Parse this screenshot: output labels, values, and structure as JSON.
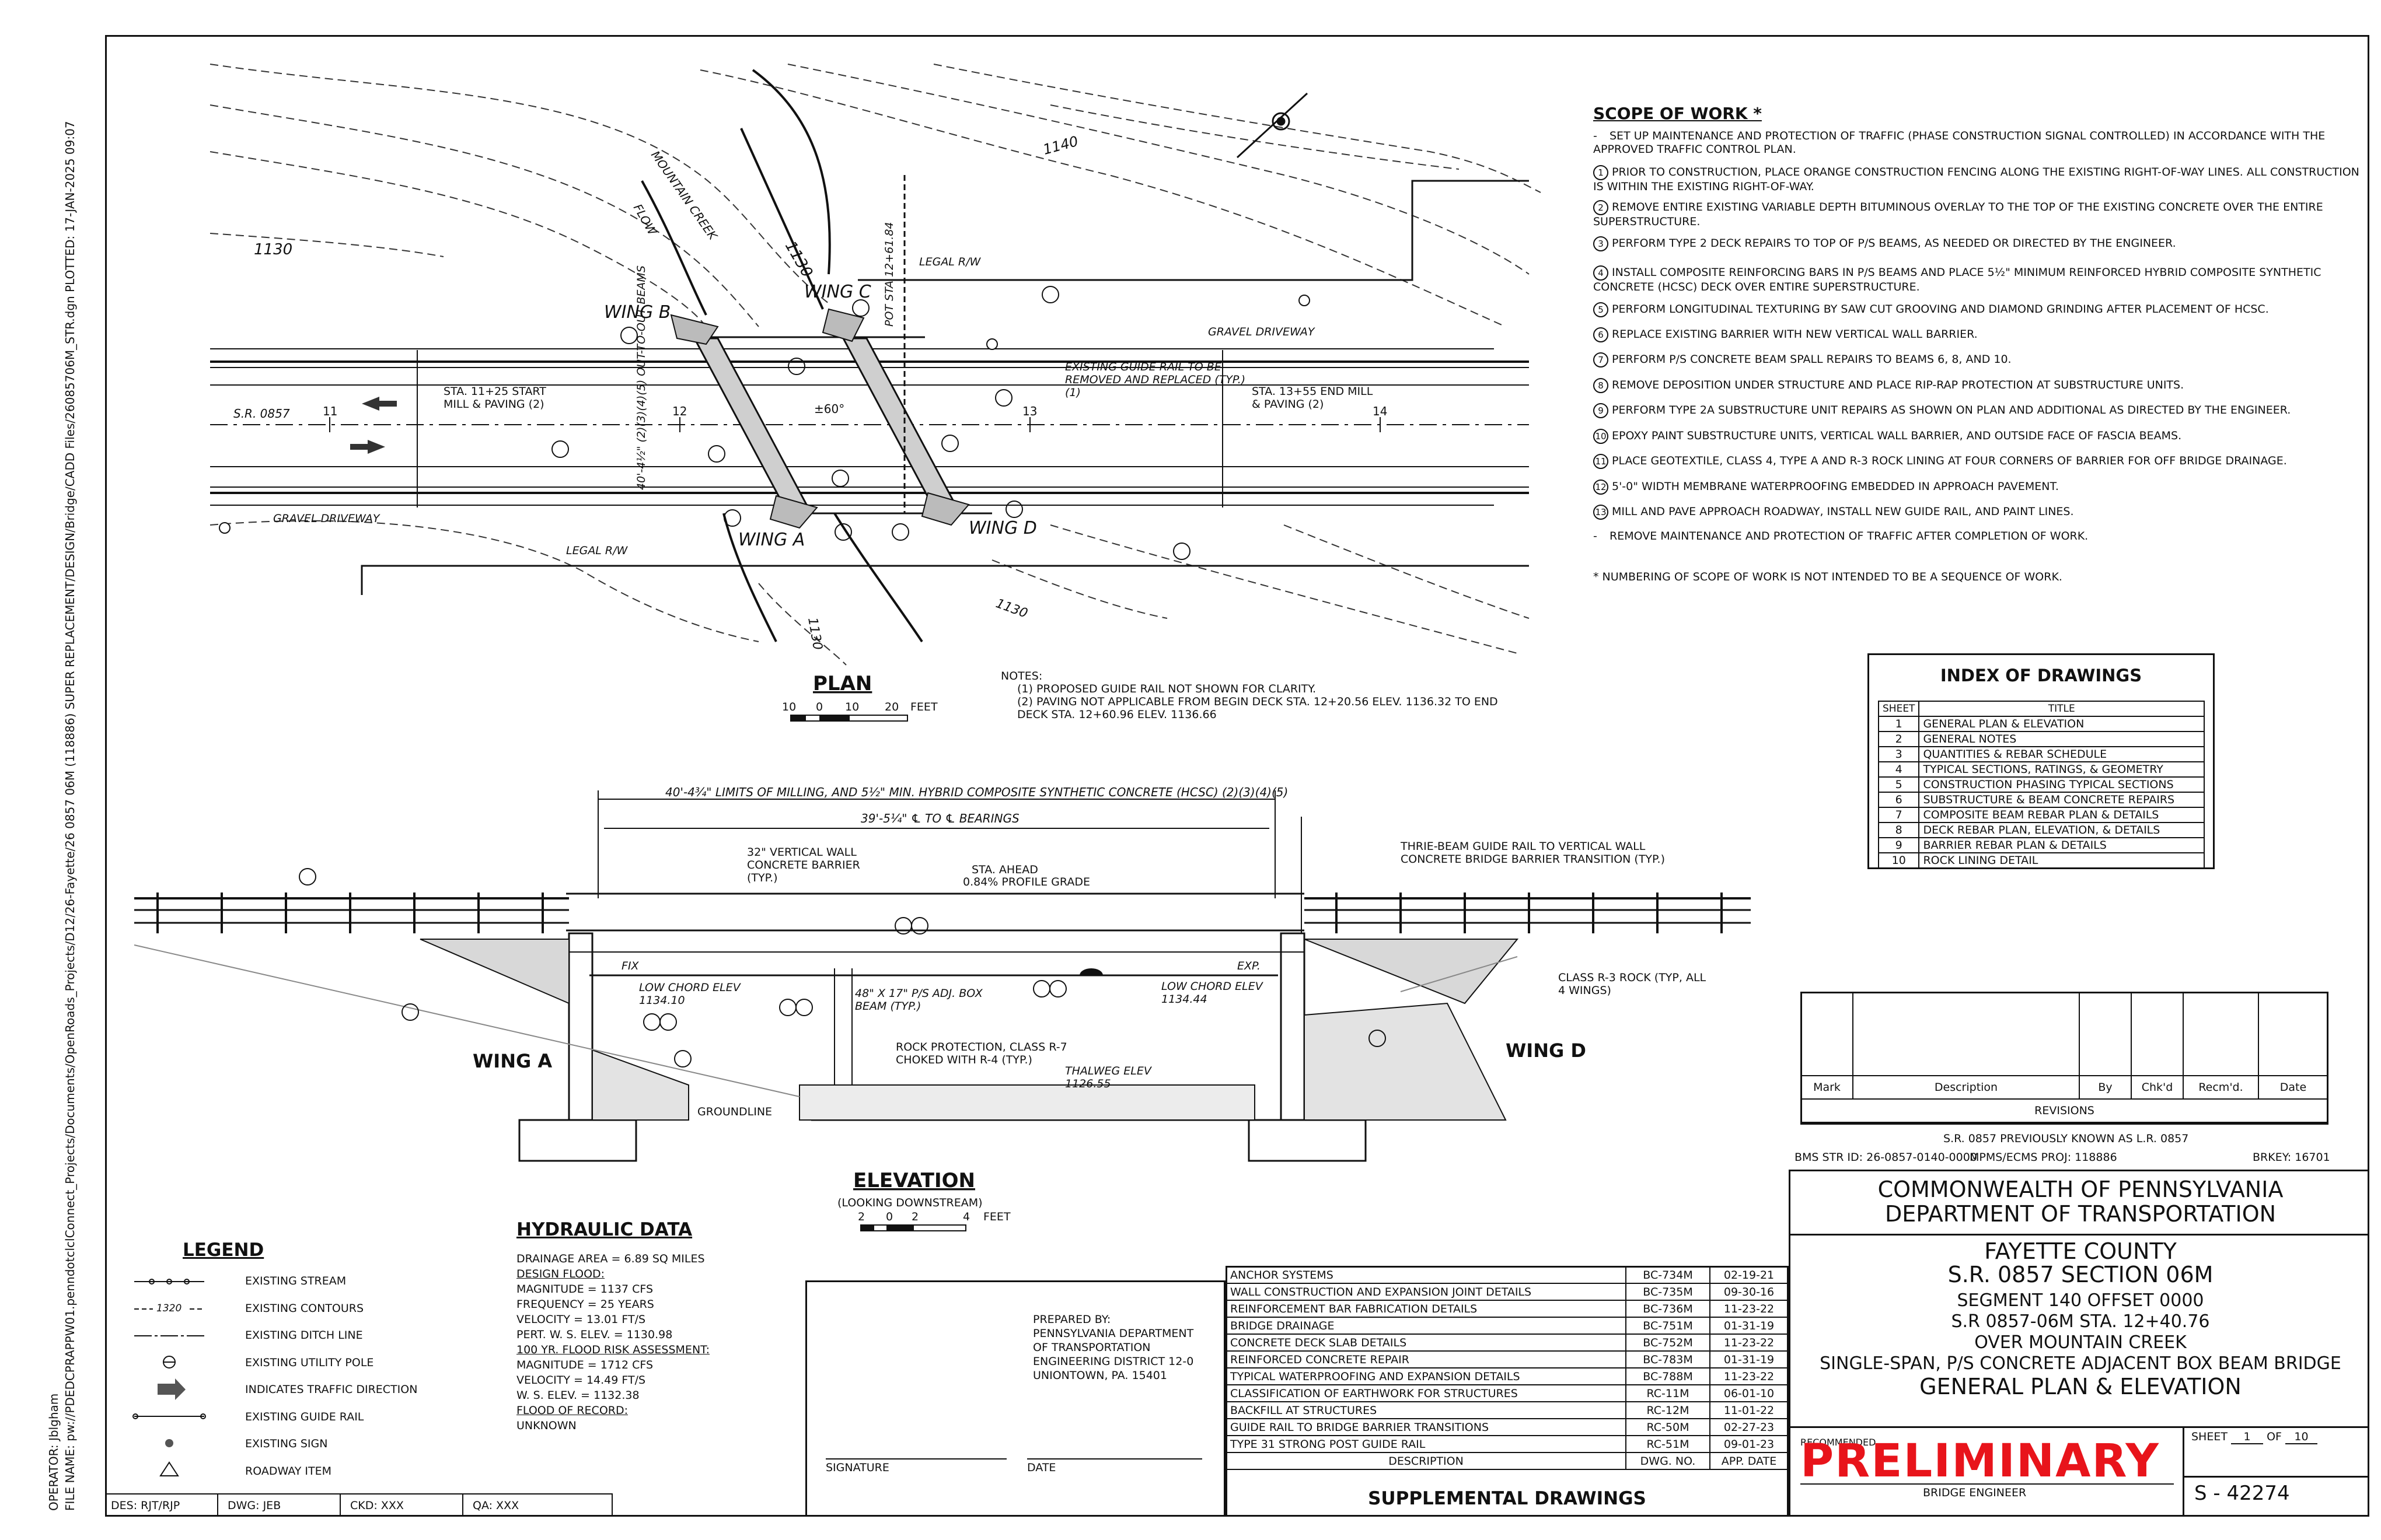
{
  "side_text": {
    "file_name": "FILE NAME: pw://PDEDCPRAPPW01.penndotclclConnect_Projects/Documents/OpenRoads_Projects/D12/26-Fayette/26 0857 06M (118886) SUPER REPLACEMENT/DESIGN/Bridge/CADD Files/26085706M_STR.dgn  PLOTTED: 17-JAN-2025 09:07",
    "operator": "OPERATOR: Jblgham"
  },
  "plan": {
    "title": "PLAN",
    "scale_ticks": [
      "10",
      "0",
      "10",
      "20"
    ],
    "scale_unit": "FEET",
    "notes_title": "NOTES:",
    "notes": [
      "(1) PROPOSED GUIDE RAIL NOT SHOWN FOR CLARITY.",
      "(2) PAVING NOT APPLICABLE FROM BEGIN DECK STA. 12+20.56 ELEV. 1136.32 TO END DECK STA. 12+60.96 ELEV. 1136.66"
    ],
    "labels": {
      "contour_1130_left": "1130",
      "contour_1130_mid": "1130",
      "contour_1140": "1140",
      "contour_1130_bottom": "1130",
      "contour_1130_right": "1130",
      "mountain_creek": "MOUNTAIN CREEK",
      "flow": "FLOW",
      "wing_a": "WING A",
      "wing_b": "WING B",
      "wing_c": "WING C",
      "wing_d": "WING D",
      "legal_rw_top": "LEGAL R/W",
      "legal_rw_bottom": "LEGAL R/W",
      "pot": "POT STA 12+61.84",
      "gravel_driveway_right": "GRAVEL DRIVEWAY",
      "gravel_driveway_left": "GRAVEL DRIVEWAY",
      "existing_guide_rail": "EXISTING GUIDE RAIL TO BE REMOVED AND REPLACED (TYP.) (1)",
      "sr": "S.R. 0857",
      "sta_11": "11",
      "sta_12": "12",
      "sta_13": "13",
      "sta_14": "14",
      "start_mill": "STA. 11+25 START MILL & PAVING (2)",
      "end_mill": "STA. 13+55 END MILL & PAVING (2)",
      "out_to_out": "40'-4½\" (2)(3)(4)(5) OUT-TO-OUT BEAMS",
      "skew": "±60°"
    }
  },
  "elevation": {
    "title": "ELEVATION",
    "subtitle": "(LOOKING DOWNSTREAM)",
    "scale_ticks": [
      "2",
      "0",
      "2",
      "4"
    ],
    "scale_unit": "FEET",
    "dim_top": "40'-4¾\" LIMITS OF MILLING, AND 5½\" MIN. HYBRID COMPOSITE SYNTHETIC CONCRETE (HCSC) (2)(3)(4)(5)",
    "dim_bearings": "39'-5¼\" ℄ TO ℄ BEARINGS",
    "barrier": "32\" VERTICAL WALL CONCRETE BARRIER (TYP.)",
    "sta_ahead": "STA. AHEAD",
    "grade": "0.84% PROFILE GRADE",
    "thrie": "THRIE-BEAM GUIDE RAIL TO VERTICAL WALL CONCRETE BRIDGE BARRIER TRANSITION (TYP.)",
    "fix": "FIX",
    "exp": "EXP.",
    "low_chord_left": "LOW CHORD ELEV 1134.10",
    "low_chord_right": "LOW CHORD ELEV 1134.44",
    "box_beam": "48\" X 17\" P/S ADJ. BOX BEAM (TYP.)",
    "rock_protection": "ROCK PROTECTION, CLASS R-7 CHOKED WITH R-4 (TYP.)",
    "thalweg": "THALWEG ELEV 1126.55",
    "groundline": "GROUNDLINE",
    "class_r3": "CLASS R-3 ROCK (TYP, ALL 4 WINGS)",
    "wing_a": "WING A",
    "wing_d": "WING D"
  },
  "scope": {
    "title": "SCOPE OF WORK *",
    "items": [
      {
        "n": "-",
        "text": "SET UP MAINTENANCE AND PROTECTION OF TRAFFIC (PHASE CONSTRUCTION SIGNAL CONTROLLED) IN ACCORDANCE WITH THE APPROVED TRAFFIC CONTROL PLAN."
      },
      {
        "n": "1",
        "text": "PRIOR TO CONSTRUCTION, PLACE ORANGE CONSTRUCTION FENCING ALONG THE EXISTING RIGHT-OF-WAY LINES. ALL CONSTRUCTION IS WITHIN THE EXISTING RIGHT-OF-WAY."
      },
      {
        "n": "2",
        "text": "REMOVE ENTIRE EXISTING VARIABLE DEPTH BITUMINOUS OVERLAY TO THE TOP OF THE EXISTING CONCRETE OVER THE ENTIRE SUPERSTRUCTURE."
      },
      {
        "n": "3",
        "text": "PERFORM TYPE 2 DECK REPAIRS TO TOP OF P/S BEAMS, AS NEEDED OR DIRECTED BY THE ENGINEER."
      },
      {
        "n": "4",
        "text": "INSTALL COMPOSITE REINFORCING BARS IN P/S BEAMS AND PLACE 5½\" MINIMUM REINFORCED HYBRID COMPOSITE SYNTHETIC CONCRETE (HCSC) DECK OVER ENTIRE SUPERSTRUCTURE."
      },
      {
        "n": "5",
        "text": "PERFORM LONGITUDINAL TEXTURING BY SAW CUT GROOVING AND DIAMOND GRINDING AFTER PLACEMENT OF HCSC."
      },
      {
        "n": "6",
        "text": "REPLACE EXISTING BARRIER WITH NEW VERTICAL WALL BARRIER."
      },
      {
        "n": "7",
        "text": "PERFORM P/S CONCRETE BEAM SPALL REPAIRS TO BEAMS 6, 8, AND 10."
      },
      {
        "n": "8",
        "text": "REMOVE DEPOSITION UNDER STRUCTURE AND PLACE RIP-RAP PROTECTION AT SUBSTRUCTURE UNITS."
      },
      {
        "n": "9",
        "text": "PERFORM TYPE 2A SUBSTRUCTURE UNIT REPAIRS AS SHOWN ON PLAN AND ADDITIONAL AS DIRECTED BY THE ENGINEER."
      },
      {
        "n": "10",
        "text": "EPOXY PAINT SUBSTRUCTURE UNITS, VERTICAL WALL BARRIER, AND OUTSIDE FACE OF FASCIA BEAMS."
      },
      {
        "n": "11",
        "text": "PLACE GEOTEXTILE, CLASS 4, TYPE A AND R-3 ROCK LINING AT FOUR CORNERS OF BARRIER FOR OFF BRIDGE DRAINAGE."
      },
      {
        "n": "12",
        "text": "5'-0\" WIDTH MEMBRANE WATERPROOFING EMBEDDED IN APPROACH PAVEMENT."
      },
      {
        "n": "13",
        "text": "MILL AND PAVE APPROACH ROADWAY, INSTALL NEW GUIDE RAIL, AND PAINT LINES."
      },
      {
        "n": "-",
        "text": "REMOVE MAINTENANCE AND PROTECTION OF TRAFFIC AFTER COMPLETION OF WORK."
      }
    ],
    "footnote": "* NUMBERING OF SCOPE OF WORK IS NOT INTENDED TO BE A SEQUENCE OF WORK."
  },
  "index": {
    "title": "INDEX OF DRAWINGS",
    "col_sheet": "SHEET",
    "col_title": "TITLE",
    "rows": [
      {
        "sheet": "1",
        "title": "GENERAL PLAN & ELEVATION"
      },
      {
        "sheet": "2",
        "title": "GENERAL NOTES"
      },
      {
        "sheet": "3",
        "title": "QUANTITIES & REBAR SCHEDULE"
      },
      {
        "sheet": "4",
        "title": "TYPICAL SECTIONS, RATINGS, & GEOMETRY"
      },
      {
        "sheet": "5",
        "title": "CONSTRUCTION PHASING TYPICAL SECTIONS"
      },
      {
        "sheet": "6",
        "title": "SUBSTRUCTURE & BEAM CONCRETE REPAIRS"
      },
      {
        "sheet": "7",
        "title": "COMPOSITE BEAM REBAR PLAN & DETAILS"
      },
      {
        "sheet": "8",
        "title": "DECK REBAR PLAN, ELEVATION, & DETAILS"
      },
      {
        "sheet": "9",
        "title": "BARRIER REBAR PLAN & DETAILS"
      },
      {
        "sheet": "10",
        "title": "ROCK LINING DETAIL"
      }
    ]
  },
  "revisions": {
    "headers": [
      "Mark",
      "Description",
      "By",
      "Chk'd",
      "Recm'd.",
      "Date"
    ],
    "title": "REVISIONS"
  },
  "title_block": {
    "prev_known": "S.R. 0857 PREVIOUSLY KNOWN AS L.R. 0857",
    "bms": "BMS STR ID: 26-0857-0140-0000",
    "mpms": "MPMS/ECMS PROJ: 118886",
    "brkey": "BRKEY: 16701",
    "agency_1": "COMMONWEALTH OF PENNSYLVANIA",
    "agency_2": "DEPARTMENT OF TRANSPORTATION",
    "county": "FAYETTE COUNTY",
    "section": "S.R. 0857 SECTION 06M",
    "segment": "SEGMENT 140 OFFSET 0000",
    "station": "S.R 0857-06M  STA. 12+40.76",
    "over": "OVER MOUNTAIN CREEK",
    "bridge_type": "SINGLE-SPAN, P/S CONCRETE ADJACENT BOX BEAM BRIDGE",
    "sheet_title": "GENERAL PLAN & ELEVATION",
    "recommended": "RECOMMENDED",
    "preliminary": "PRELIMINARY",
    "bridge_engineer": "BRIDGE ENGINEER",
    "sheet_label": "SHEET",
    "sheet_num": "1",
    "of_label": "OF",
    "sheet_total": "10",
    "drawing_no": "S - 42274",
    "preliminary_color": "#e8141b"
  },
  "prepared": {
    "by": "PREPARED BY:",
    "line1": "PENNSYLVANIA DEPARTMENT",
    "line2": "OF TRANSPORTATION",
    "line3": "ENGINEERING DISTRICT 12-0",
    "line4": "UNIONTOWN, PA. 15401",
    "signature": "SIGNATURE",
    "date": "DATE"
  },
  "supplemental": {
    "title": "SUPPLEMENTAL DRAWINGS",
    "headers": [
      "DESCRIPTION",
      "DWG. NO.",
      "APP. DATE"
    ],
    "rows": [
      {
        "desc": "ANCHOR SYSTEMS",
        "dwg": "BC-734M",
        "date": "02-19-21"
      },
      {
        "desc": "WALL CONSTRUCTION AND EXPANSION JOINT DETAILS",
        "dwg": "BC-735M",
        "date": "09-30-16"
      },
      {
        "desc": "REINFORCEMENT BAR FABRICATION DETAILS",
        "dwg": "BC-736M",
        "date": "11-23-22"
      },
      {
        "desc": "BRIDGE DRAINAGE",
        "dwg": "BC-751M",
        "date": "01-31-19"
      },
      {
        "desc": "CONCRETE DECK SLAB DETAILS",
        "dwg": "BC-752M",
        "date": "11-23-22"
      },
      {
        "desc": "REINFORCED CONCRETE REPAIR",
        "dwg": "BC-783M",
        "date": "01-31-19"
      },
      {
        "desc": "TYPICAL WATERPROOFING AND EXPANSION DETAILS",
        "dwg": "BC-788M",
        "date": "11-23-22"
      },
      {
        "desc": "CLASSIFICATION OF EARTHWORK FOR STRUCTURES",
        "dwg": "RC-11M",
        "date": "06-01-10"
      },
      {
        "desc": "BACKFILL AT STRUCTURES",
        "dwg": "RC-12M",
        "date": "11-01-22"
      },
      {
        "desc": "GUIDE RAIL TO BRIDGE BARRIER TRANSITIONS",
        "dwg": "RC-50M",
        "date": "02-27-23"
      },
      {
        "desc": "TYPE 31 STRONG POST GUIDE RAIL",
        "dwg": "RC-51M",
        "date": "09-01-23"
      }
    ]
  },
  "legend": {
    "title": "LEGEND",
    "contour_sample": "1320",
    "items": [
      {
        "icon": "existing-stream-icon",
        "label": "EXISTING STREAM"
      },
      {
        "icon": "existing-contours-icon",
        "label": "EXISTING CONTOURS"
      },
      {
        "icon": "existing-ditch-line-icon",
        "label": "EXISTING DITCH LINE"
      },
      {
        "icon": "utility-pole-icon",
        "label": "EXISTING UTILITY POLE"
      },
      {
        "icon": "traffic-direction-arrow-icon",
        "label": "INDICATES TRAFFIC DIRECTION"
      },
      {
        "icon": "guide-rail-icon",
        "label": "EXISTING GUIDE RAIL"
      },
      {
        "icon": "sign-icon",
        "label": "EXISTING SIGN"
      },
      {
        "icon": "roadway-item-icon",
        "label": "ROADWAY ITEM"
      }
    ]
  },
  "hydraulic": {
    "title": "HYDRAULIC DATA",
    "drainage": "DRAINAGE AREA = 6.89 SQ MILES",
    "design_flood": "DESIGN FLOOD:",
    "d_magnitude": "MAGNITUDE = 1137 CFS",
    "d_frequency": "FREQUENCY = 25 YEARS",
    "d_velocity": "VELOCITY = 13.01 FT/S",
    "d_pert": "PERT. W. S. ELEV. = 1130.98",
    "risk": "100 YR. FLOOD RISK ASSESSMENT:",
    "r_magnitude": "MAGNITUDE = 1712 CFS",
    "r_velocity": "VELOCITY = 14.49 FT/S",
    "r_ws": "W. S. ELEV. = 1132.38",
    "record": "FLOOD OF RECORD:",
    "record_val": "UNKNOWN"
  },
  "bottom_strip": {
    "des": "DES: RJT/RJP",
    "dwg": "DWG: JEB",
    "ckd": "CKD: XXX",
    "qa": "QA: XXX"
  }
}
